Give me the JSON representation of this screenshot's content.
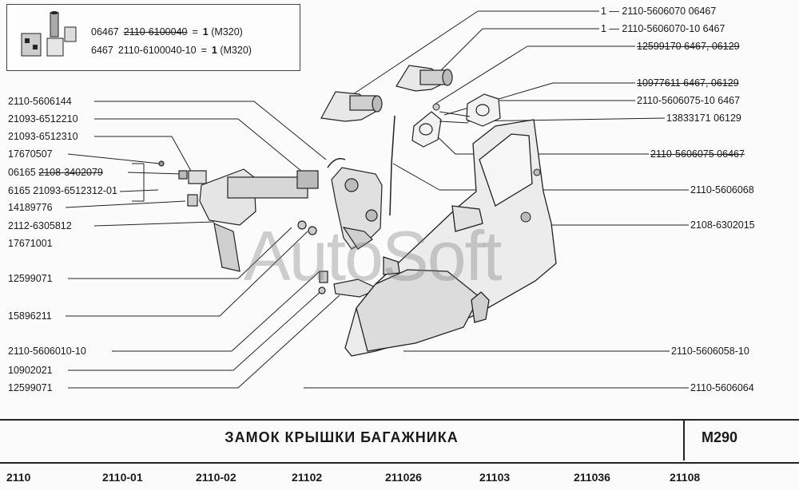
{
  "legend": {
    "rows": [
      {
        "code": "06467",
        "part": "2110-6100040",
        "struck": true,
        "qty": "1",
        "ref": "(М320)"
      },
      {
        "code": "6467",
        "part": "2110-6100040-10",
        "struck": false,
        "qty": "1",
        "ref": "(М320)"
      }
    ]
  },
  "callouts_right": [
    {
      "text": "1  —  2110-5606070  06467"
    },
    {
      "text": "1  —  2110-5606070-10  6467"
    },
    {
      "text": "12599170  6467, 06129"
    },
    {
      "text": "10977611  6467, 06129"
    },
    {
      "text": "2110-5606075-10  6467"
    },
    {
      "text": "13833171  06129"
    },
    {
      "text": "2110-5606075  06467"
    },
    {
      "text": "2110-5606068"
    },
    {
      "text": "2108-6302015"
    },
    {
      "text": "2110-5606058-10"
    },
    {
      "text": "2110-5606064"
    }
  ],
  "callouts_left": [
    {
      "text": "2110-5606144"
    },
    {
      "text": "21093-6512210"
    },
    {
      "text": "21093-6512310"
    },
    {
      "text": "17670507"
    },
    {
      "text": "06165"
    },
    {
      "text": "2108-3402079"
    },
    {
      "text": "6165 21093-6512312-01"
    },
    {
      "text": "14189776"
    },
    {
      "text": "2112-6305812"
    },
    {
      "text": "17671001"
    },
    {
      "text": "12599071"
    },
    {
      "text": "15896211"
    },
    {
      "text": "2110-5606010-10"
    },
    {
      "text": "10902021"
    },
    {
      "text": "12599071"
    }
  ],
  "watermark": "AutoSoft",
  "title": "ЗАМОК  КРЫШКИ  БАГАЖНИКА",
  "page_code": "М290",
  "models": [
    "2110",
    "2110-01",
    "2110-02",
    "21102",
    "211026",
    "21103",
    "211036",
    "21108"
  ]
}
